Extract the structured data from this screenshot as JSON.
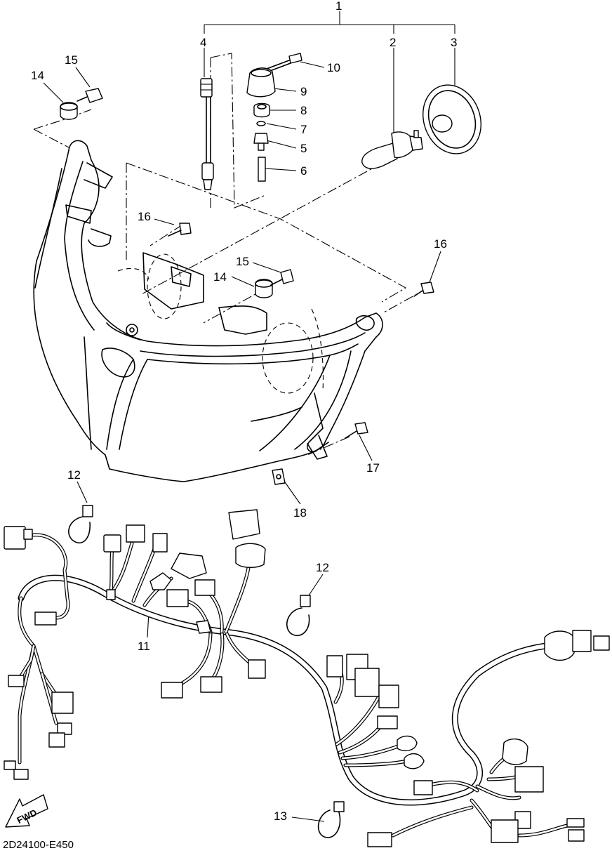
{
  "diagram": {
    "callouts": {
      "c1": "1",
      "c2": "2",
      "c3": "3",
      "c4": "4",
      "c5": "5",
      "c6": "6",
      "c7": "7",
      "c8": "8",
      "c9": "9",
      "c10": "10",
      "c11": "11",
      "c12a": "12",
      "c12b": "12",
      "c13": "13",
      "c14a": "14",
      "c14b": "14",
      "c15a": "15",
      "c15b": "15",
      "c16a": "16",
      "c16b": "16",
      "c17": "17",
      "c18": "18"
    },
    "fwd_label": "FWD",
    "diagram_code": "2D24100-E450"
  }
}
